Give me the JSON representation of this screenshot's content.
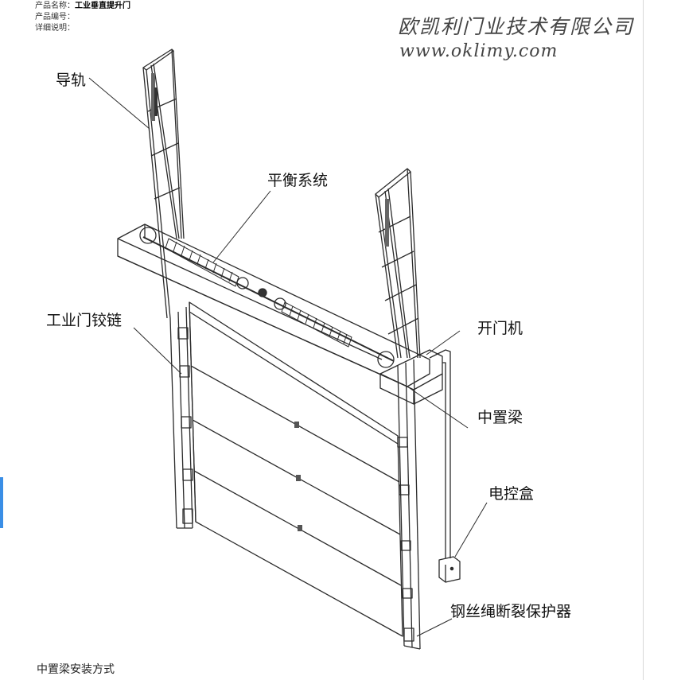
{
  "meta": {
    "name_label": "产品名称：",
    "name_value": "工业垂直提升门",
    "code_label": "产品编号：",
    "desc_label": "详细说明："
  },
  "brand": {
    "company": "欧凯利门业技术有限公司",
    "url": "www.oklimy.com"
  },
  "labels": {
    "guide_rail": "导轨",
    "balance_system": "平衡系统",
    "hinge": "工业门铰链",
    "opener": "开门机",
    "middle_beam": "中置梁",
    "control_box": "电控盒",
    "cable_protector": "钢丝绳断裂保护器"
  },
  "caption": "中置梁安装方式",
  "colors": {
    "line": "#2b2b2b",
    "label": "#111111",
    "brand": "#444444"
  }
}
